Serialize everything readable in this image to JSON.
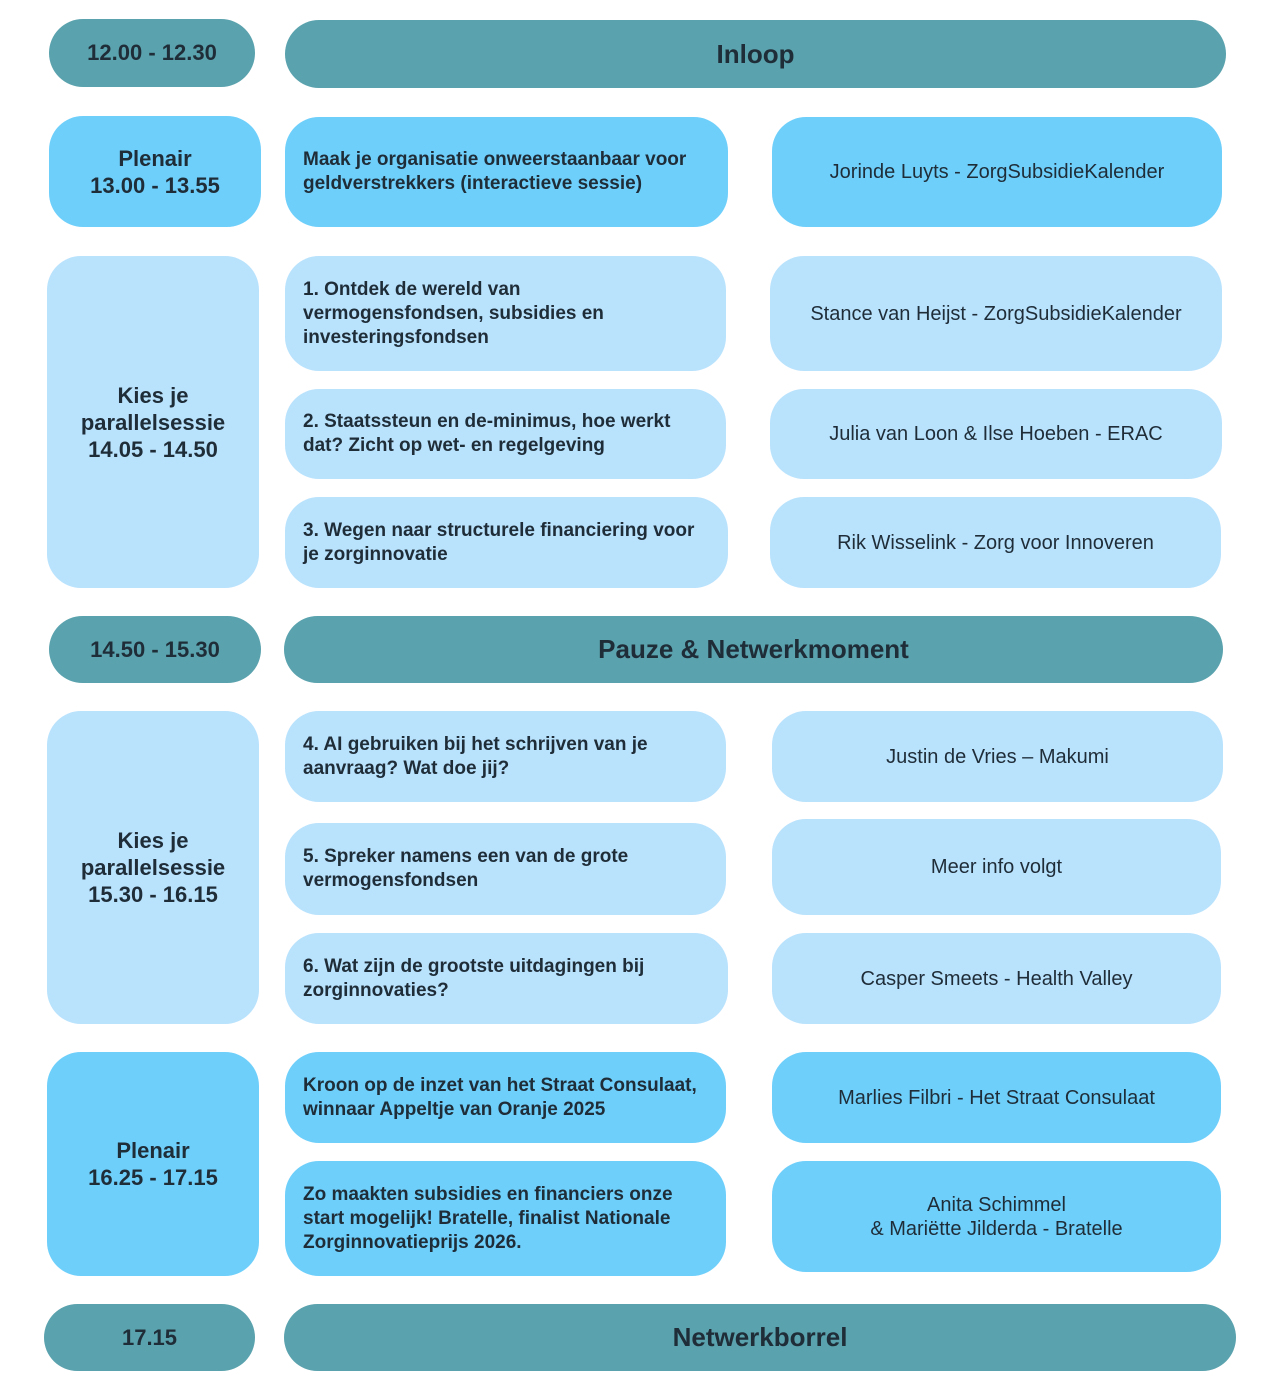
{
  "rows": {
    "inloop": {
      "time": "12.00 - 12.30",
      "title": "Inloop"
    },
    "plenair1": {
      "label_line1": "Plenair",
      "label_line2": "13.00 - 13.55",
      "session": "Maak je organisatie onweerstaanbaar voor geldverstrekkers (interactieve sessie)",
      "speaker": "Jorinde Luyts - ZorgSubsidieKalender"
    },
    "parallel1": {
      "label_line1": "Kies je",
      "label_line2": "parallelsessie",
      "label_line3": "14.05 - 14.50",
      "sessions": [
        {
          "title": "1. Ontdek de wereld van vermogensfondsen, subsidies en investeringsfondsen",
          "speaker": "Stance van Heijst -  ZorgSubsidieKalender"
        },
        {
          "title": "2. Staatssteun en de-minimus, hoe werkt dat? Zicht op wet- en regelgeving",
          "speaker": "Julia van Loon & Ilse Hoeben - ERAC"
        },
        {
          "title": "3. Wegen naar structurele financiering voor je zorginnovatie",
          "speaker": "Rik Wisselink - Zorg voor Innoveren"
        }
      ]
    },
    "pauze": {
      "time": "14.50 - 15.30",
      "title": "Pauze & Netwerkmoment"
    },
    "parallel2": {
      "label_line1": "Kies je",
      "label_line2": "parallelsessie",
      "label_line3": "15.30 - 16.15",
      "sessions": [
        {
          "title": "4. AI gebruiken bij het schrijven van je aanvraag? Wat doe jij?",
          "speaker": "Justin de Vries – Makumi"
        },
        {
          "title": "5. Spreker namens een van de grote vermogensfondsen",
          "speaker": "Meer info volgt"
        },
        {
          "title": "6. Wat zijn de grootste uitdagingen bij zorginnovaties?",
          "speaker": "Casper Smeets  -  Health Valley"
        }
      ]
    },
    "plenair2": {
      "label_line1": "Plenair",
      "label_line2": "16.25 - 17.15",
      "sessions": [
        {
          "title": "Kroon op de inzet van het Straat Consulaat, winnaar Appeltje van Oranje 2025",
          "speaker_line1": "Marlies Filbri - Het Straat Consulaat",
          "speaker_line2": ""
        },
        {
          "title": "Zo maakten subsidies en financiers onze start mogelijk! Bratelle, finalist Nationale Zorginnovatieprijs 2026.",
          "speaker_line1": "Anita Schimmel",
          "speaker_line2": "& Mariëtte Jilderda - Bratelle"
        }
      ]
    },
    "borrel": {
      "time": "17.15",
      "title": "Netwerkborrel"
    }
  },
  "colors": {
    "teal": "#5aa2ad",
    "blue": "#6ecffb",
    "light_blue": "#b9e2fd",
    "text": "#1f2d38"
  }
}
